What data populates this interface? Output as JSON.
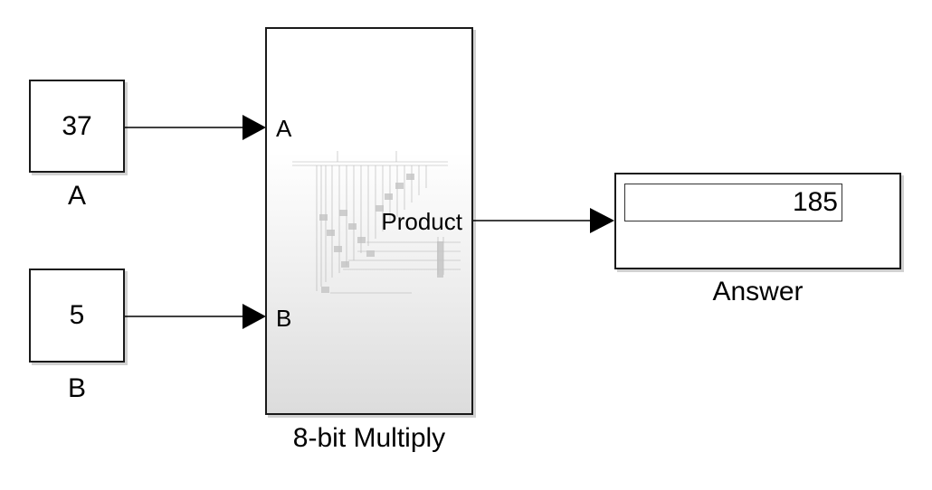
{
  "blocks": {
    "const_a": {
      "value": "37",
      "label": "A"
    },
    "const_b": {
      "value": "5",
      "label": "B"
    },
    "multiply": {
      "label": "8-bit Multiply",
      "in_port_a": "A",
      "in_port_b": "B",
      "out_port": "Product"
    },
    "display": {
      "value": "185",
      "label": "Answer"
    }
  },
  "colors": {
    "line": "#000000",
    "block_border": "#1a1a1a",
    "subsystem_gradient_end": "#dcdcdc"
  }
}
